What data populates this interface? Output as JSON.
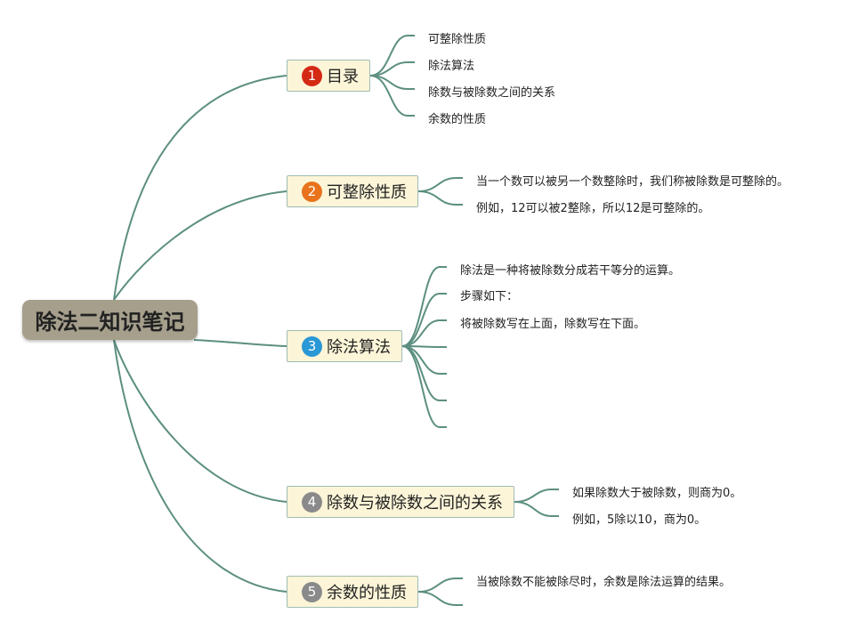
{
  "central_topic": "除法二知识笔记",
  "colors": {
    "connector": "#5c8f80",
    "central_fill": "#a59f8c",
    "topic_fill": "#fdf5d8",
    "topic_border": "#9fbcb3",
    "badge_1": "#d42a14",
    "badge_2": "#e8731c",
    "badge_3": "#2a98d6",
    "badge_4": "#8a8a8a",
    "badge_5": "#8a8a8a"
  },
  "topics": [
    {
      "number": "1",
      "label": "目录",
      "leaves": [
        "可整除性质",
        "除法算法",
        "除数与被除数之间的关系",
        "余数的性质"
      ]
    },
    {
      "number": "2",
      "label": "可整除性质",
      "leaves": [
        "当一个数可以被另一个数整除时，我们称被除数是可整除的。",
        "例如，12可以被2整除，所以12是可整除的。"
      ]
    },
    {
      "number": "3",
      "label": "除法算法",
      "leaves": [
        "除法是一种将被除数分成若干等分的运算。",
        "步骤如下：",
        "将被除数写在上面，除数写在下面。",
        "",
        "",
        ""
      ]
    },
    {
      "number": "4",
      "label": "除数与被除数之间的关系",
      "leaves": [
        "如果除数大于被除数，则商为0。",
        "例如，5除以10，商为0。"
      ]
    },
    {
      "number": "5",
      "label": "余数的性质",
      "leaves": [
        "当被除数不能被除尽时，余数是除法运算的结果。",
        ""
      ]
    }
  ]
}
